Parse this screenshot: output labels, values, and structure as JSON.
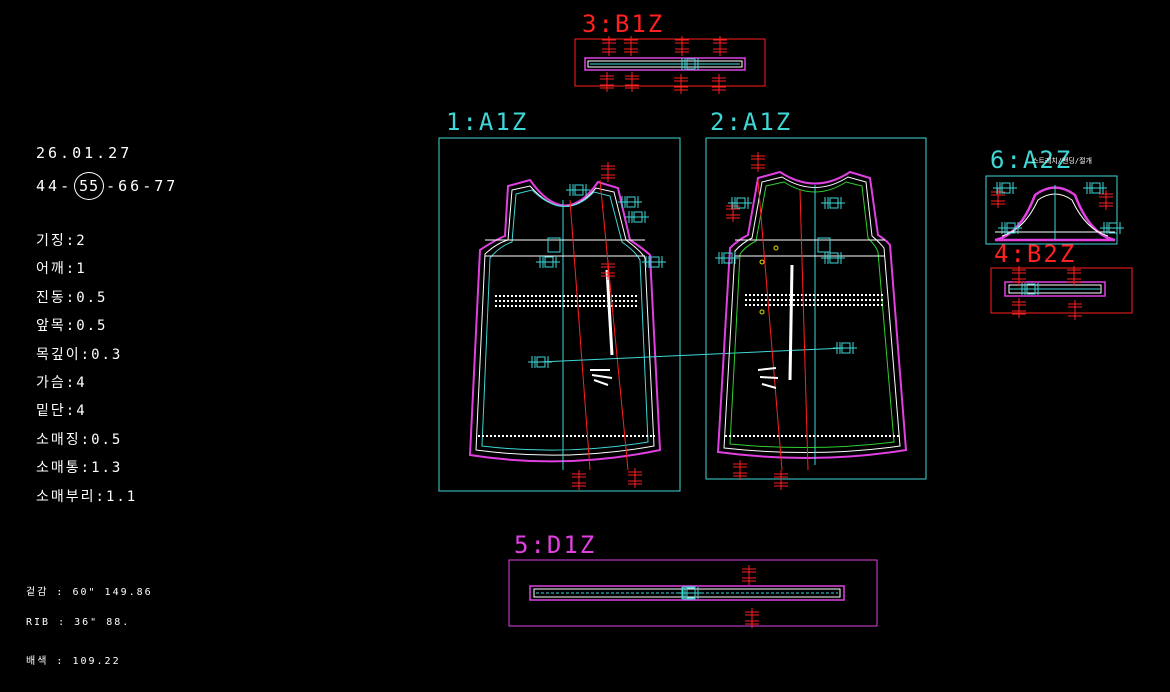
{
  "info": {
    "date": "26.01.27",
    "sizes": [
      "44",
      "55",
      "66",
      "77"
    ],
    "selected_size": "55"
  },
  "specs": [
    "기징:2",
    "어깨:1",
    "진동:0.5",
    "앞목:0.5",
    "목깊이:0.3",
    "가슴:4",
    "밑단:4",
    "소매징:0.5",
    "소매통:1.3",
    "소매부리:1.1"
  ],
  "fabric": [
    "겉감 : 60\" 149.86",
    "RIB : 36\" 88.",
    "배색 : 109.22"
  ],
  "pieces": [
    {
      "label": "3:B1Z"
    },
    {
      "label": "1:A1Z"
    },
    {
      "label": "2:A1Z"
    },
    {
      "label": "6:A2Z"
    },
    {
      "label": "4:B2Z"
    },
    {
      "label": "5:D1Z"
    }
  ],
  "piece6_note": "스트레치/밴딩/절개",
  "colors": {
    "background": "#000000",
    "cyan": "#3fd6d6",
    "red": "#ff2020",
    "magenta": "#e040e0",
    "white": "#ffffff",
    "green": "#30d030",
    "yellow": "#e0e000"
  }
}
